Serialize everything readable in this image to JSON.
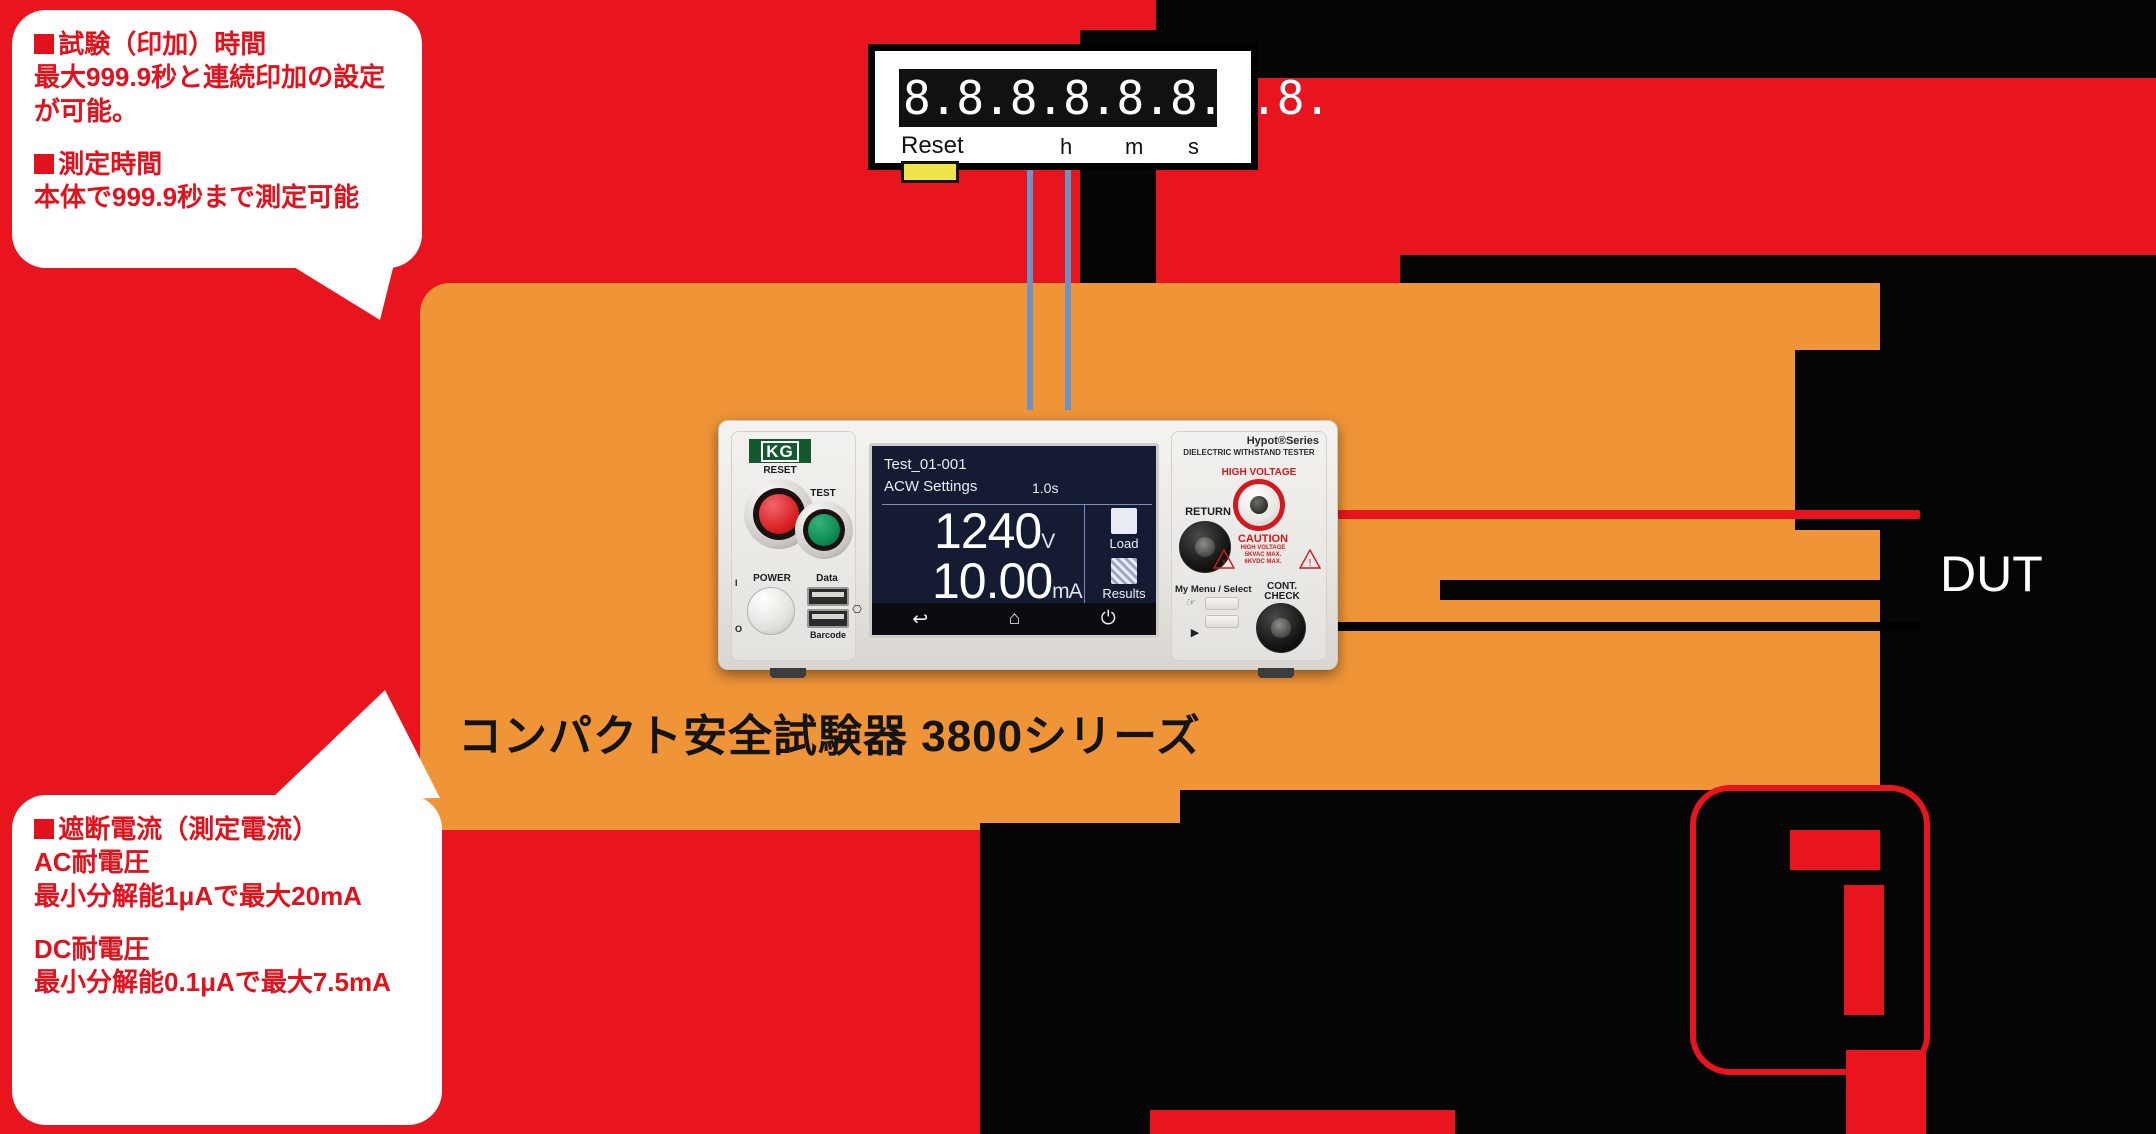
{
  "colors": {
    "red": "#e8141e",
    "orange": "#f09537",
    "black": "#050505",
    "white": "#ffffff",
    "callout_text": "#e1121c",
    "kg_green": "#13582f",
    "lcd_bg": "#141b33",
    "reset_yellow": "#efe44a",
    "wire_blue": "#6d93c4"
  },
  "callouts": [
    {
      "id": "time-callout",
      "lines": [
        {
          "bullet": true,
          "text": "試験（印加）時間"
        },
        {
          "bullet": false,
          "text": "最大999.9秒と連続印加の設定"
        },
        {
          "bullet": false,
          "text": "が可能。"
        },
        {
          "bullet": false,
          "text": ""
        },
        {
          "bullet": true,
          "text": "測定時間"
        },
        {
          "bullet": false,
          "text": "本体で999.9秒まで測定可能"
        }
      ]
    },
    {
      "id": "current-callout",
      "lines": [
        {
          "bullet": true,
          "text": "遮断電流（測定電流）"
        },
        {
          "bullet": false,
          "text": "AC耐電圧"
        },
        {
          "bullet": false,
          "text": "最小分解能1μAで最大20mA"
        },
        {
          "bullet": false,
          "text": ""
        },
        {
          "bullet": false,
          "text": "DC耐電圧"
        },
        {
          "bullet": false,
          "text": "最小分解能0.1μAで最大7.5mA"
        }
      ]
    }
  ],
  "timer": {
    "digits": "8.8.8.8.8.8.8.8.",
    "unit_h": "h",
    "unit_m": "m",
    "unit_s": "s",
    "reset_label": "Reset"
  },
  "instrument": {
    "caption": "コンパクト安全試験器  3800シリーズ",
    "brand": "KG",
    "reset_label": "RESET",
    "test_label": "TEST",
    "power_label": "POWER",
    "power_on": "I",
    "power_off": "O",
    "data_label": "Data",
    "barcode_label": "Barcode",
    "usb_label": "USB",
    "series_label": "Hypot®Series",
    "series_sub": "DIELECTRIC WITHSTAND TESTER",
    "high_voltage_label": "HIGH VOLTAGE",
    "return_label": "RETURN",
    "caution_title": "CAUTION",
    "caution_l1": "HIGH VOLTAGE",
    "caution_l2": "5KVAC MAX.",
    "caution_l3": "6KVDC MAX.",
    "mymenu_label": "My Menu / Select",
    "cont_check_l1": "CONT.",
    "cont_check_l2": "CHECK"
  },
  "lcd": {
    "test_name": "Test_01-001",
    "mode": "ACW Settings",
    "duration": "1.0s",
    "voltage_value": "1240",
    "voltage_unit": "V",
    "current_value": "10.00",
    "current_unit": "mA",
    "softkey_load": "Load",
    "softkey_results": "Results",
    "nav_back": "back-arrow",
    "nav_home": "home",
    "nav_power": "power"
  },
  "dut": {
    "label": "DUT"
  }
}
